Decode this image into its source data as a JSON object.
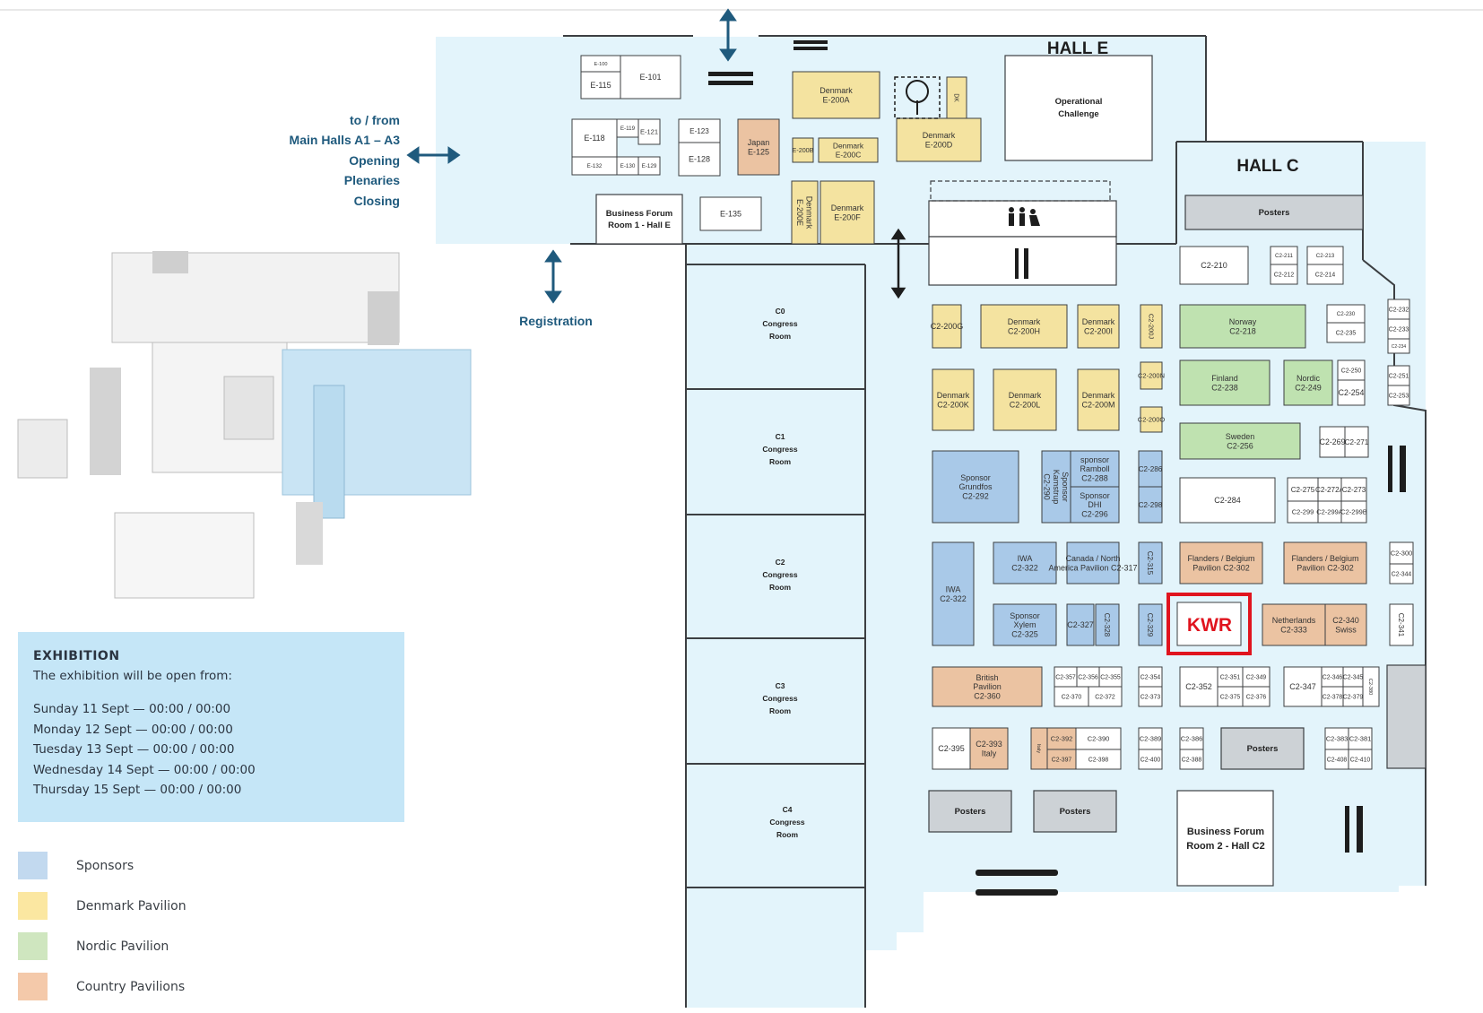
{
  "hall_labels": {
    "hall_e": "HALL E",
    "hall_c": "HALL C"
  },
  "navigation": {
    "to_from": "to / from",
    "main_halls": "Main Halls A1 – A3",
    "opening": "Opening",
    "plenaries": "Plenaries",
    "closing": "Closing",
    "registration": "Registration"
  },
  "areas": {
    "operational_challenge": [
      "Operational",
      "Challenge"
    ],
    "business_forum_e": [
      "Business Forum",
      "Room 1 - Hall E"
    ],
    "business_forum_c2": [
      "Business Forum",
      "Room 2 - Hall C2"
    ],
    "posters": "Posters"
  },
  "congress_rooms": [
    [
      "C0",
      "Congress",
      "Room"
    ],
    [
      "C1",
      "Congress",
      "Room"
    ],
    [
      "C2",
      "Congress",
      "Room"
    ],
    [
      "C3",
      "Congress",
      "Room"
    ],
    [
      "C4",
      "Congress",
      "Room"
    ]
  ],
  "highlight": {
    "label": "KWR",
    "color": "#e0141e"
  },
  "stands": [
    {
      "t": "E-100",
      "c": "white"
    },
    {
      "t": "E-115",
      "c": "white"
    },
    {
      "t": "E-101",
      "c": "white"
    },
    {
      "t": "E-118",
      "c": "white"
    },
    {
      "t": "E-119",
      "c": "white"
    },
    {
      "t": "E-121",
      "c": "white"
    },
    {
      "t": "E-132",
      "c": "white"
    },
    {
      "t": "E-130",
      "c": "white"
    },
    {
      "t": "E-129",
      "c": "white"
    },
    {
      "t": "E-123",
      "c": "white"
    },
    {
      "t": "E-128",
      "c": "white"
    },
    {
      "t": "Japan E-125",
      "c": "country"
    },
    {
      "t": "Denmark E-200A",
      "c": "denmark"
    },
    {
      "t": "E-200B",
      "c": "denmark"
    },
    {
      "t": "Denmark E-200C",
      "c": "denmark"
    },
    {
      "t": "DK",
      "c": "denmark"
    },
    {
      "t": "Denmark E-200D",
      "c": "denmark"
    },
    {
      "t": "E-135",
      "c": "white"
    },
    {
      "t": "Denmark E-200E",
      "c": "denmark"
    },
    {
      "t": "Denmark E-200F",
      "c": "denmark"
    },
    {
      "t": "C2-210",
      "c": "white"
    },
    {
      "t": "C2-211",
      "c": "white"
    },
    {
      "t": "C2-212",
      "c": "white"
    },
    {
      "t": "C2-213",
      "c": "white"
    },
    {
      "t": "C2-214",
      "c": "white"
    },
    {
      "t": "C2-200G",
      "c": "denmark"
    },
    {
      "t": "Denmark C2-200H",
      "c": "denmark"
    },
    {
      "t": "Denmark C2-200I",
      "c": "denmark"
    },
    {
      "t": "C2-200J",
      "c": "denmark"
    },
    {
      "t": "Norway C2-218",
      "c": "nordic"
    },
    {
      "t": "C2-230",
      "c": "white"
    },
    {
      "t": "C2-235",
      "c": "white"
    },
    {
      "t": "Denmark C2-200K",
      "c": "denmark"
    },
    {
      "t": "Denmark C2-200L",
      "c": "denmark"
    },
    {
      "t": "Denmark C2-200M",
      "c": "denmark"
    },
    {
      "t": "C2-200N",
      "c": "denmark"
    },
    {
      "t": "C2-200O",
      "c": "denmark"
    },
    {
      "t": "Finland C2-238",
      "c": "nordic"
    },
    {
      "t": "Nordic C2-249",
      "c": "nordic"
    },
    {
      "t": "C2-250",
      "c": "white"
    },
    {
      "t": "C2-254",
      "c": "white"
    },
    {
      "t": "Sweden C2-256",
      "c": "nordic"
    },
    {
      "t": "C2-269",
      "c": "white"
    },
    {
      "t": "C2-271",
      "c": "white"
    },
    {
      "t": "Sponsor Grundfos C2-292",
      "c": "sponsor"
    },
    {
      "t": "Sponsor Kamstrup C2-290",
      "c": "sponsor"
    },
    {
      "t": "sponsor Ramboll C2-288",
      "c": "sponsor"
    },
    {
      "t": "Sponsor DHI C2-296",
      "c": "sponsor"
    },
    {
      "t": "C2-286",
      "c": "sponsor"
    },
    {
      "t": "C2-298",
      "c": "sponsor"
    },
    {
      "t": "C2-284",
      "c": "white"
    },
    {
      "t": "C2-275",
      "c": "white"
    },
    {
      "t": "C2-272A",
      "c": "white"
    },
    {
      "t": "C2-273",
      "c": "white"
    },
    {
      "t": "C2-299",
      "c": "white"
    },
    {
      "t": "C2-299A",
      "c": "white"
    },
    {
      "t": "C2-299B",
      "c": "white"
    },
    {
      "t": "IWA C2-322",
      "c": "sponsor"
    },
    {
      "t": "IWA C2-322",
      "c": "sponsor"
    },
    {
      "t": "Canada / North America Pavilion C2-317",
      "c": "sponsor"
    },
    {
      "t": "C2-315",
      "c": "sponsor"
    },
    {
      "t": "Flanders / Belgium Pavilion C2-302",
      "c": "country"
    },
    {
      "t": "Flanders / Belgium Pavilion C2-302",
      "c": "country"
    },
    {
      "t": "C2-300",
      "c": "white"
    },
    {
      "t": "C2-344",
      "c": "white"
    },
    {
      "t": "Sponsor Xylem C2-325",
      "c": "sponsor"
    },
    {
      "t": "C2-327",
      "c": "sponsor"
    },
    {
      "t": "C2-328",
      "c": "sponsor"
    },
    {
      "t": "C2-329",
      "c": "sponsor"
    },
    {
      "t": "Netherlands C2-333",
      "c": "country"
    },
    {
      "t": "C2-340 Swiss",
      "c": "country"
    },
    {
      "t": "C2-341",
      "c": "white"
    },
    {
      "t": "British Pavilion C2-360",
      "c": "country"
    },
    {
      "t": "C2-357",
      "c": "white"
    },
    {
      "t": "C2-356",
      "c": "white"
    },
    {
      "t": "C2-355",
      "c": "white"
    },
    {
      "t": "C2-370",
      "c": "white"
    },
    {
      "t": "C2-372",
      "c": "white"
    },
    {
      "t": "C2-354",
      "c": "white"
    },
    {
      "t": "C2-373",
      "c": "white"
    },
    {
      "t": "C2-352",
      "c": "white"
    },
    {
      "t": "C2-351",
      "c": "white"
    },
    {
      "t": "C2-349",
      "c": "white"
    },
    {
      "t": "C2-375",
      "c": "white"
    },
    {
      "t": "C2-376",
      "c": "white"
    },
    {
      "t": "C2-347",
      "c": "white"
    },
    {
      "t": "C2-346",
      "c": "white"
    },
    {
      "t": "C2-345",
      "c": "white"
    },
    {
      "t": "C2-378",
      "c": "white"
    },
    {
      "t": "C2-379",
      "c": "white"
    },
    {
      "t": "C2-380",
      "c": "white"
    },
    {
      "t": "C2-395",
      "c": "white"
    },
    {
      "t": "C2-393 Italy",
      "c": "country"
    },
    {
      "t": "Italy",
      "c": "country"
    },
    {
      "t": "C2-392",
      "c": "country"
    },
    {
      "t": "C2-397",
      "c": "country"
    },
    {
      "t": "C2-390",
      "c": "white"
    },
    {
      "t": "C2-398",
      "c": "white"
    },
    {
      "t": "C2-389",
      "c": "white"
    },
    {
      "t": "C2-400",
      "c": "white"
    },
    {
      "t": "C2-386",
      "c": "white"
    },
    {
      "t": "C2-388",
      "c": "white"
    },
    {
      "t": "C2-383",
      "c": "white"
    },
    {
      "t": "C2-381",
      "c": "white"
    },
    {
      "t": "C2-408",
      "c": "white"
    },
    {
      "t": "C2-410",
      "c": "white"
    },
    {
      "t": "C2-232",
      "c": "white"
    },
    {
      "t": "C2-233",
      "c": "white"
    },
    {
      "t": "C2-234",
      "c": "white"
    },
    {
      "t": "C2-251",
      "c": "white"
    },
    {
      "t": "C2-253",
      "c": "white"
    }
  ],
  "exhibition": {
    "title": "EXHIBITION",
    "intro": "The exhibition will be open from:",
    "hours": [
      "Sunday 11 Sept — 00:00 / 00:00",
      "Monday 12 Sept — 00:00 / 00:00",
      "Tuesday 13 Sept — 00:00 / 00:00",
      "Wednesday 14 Sept — 00:00 / 00:00",
      "Thursday 15 Sept — 00:00 / 00:00"
    ]
  },
  "legend": [
    {
      "label": "Sponsors",
      "color": "#c2d9ef"
    },
    {
      "label": "Denmark Pavilion",
      "color": "#fbe7a1"
    },
    {
      "label": "Nordic Pavilion",
      "color": "#cfe6bf"
    },
    {
      "label": "Country Pavilions",
      "color": "#f4c9aa"
    }
  ],
  "colors": {
    "hall_fill": "#e3f4fb",
    "sponsor": "#a9c9e8",
    "denmark": "#f4e3a0",
    "nordic": "#bfe2b0",
    "country": "#ebc3a2",
    "posters": "#cdd2d6",
    "white": "#ffffff",
    "stroke": "#3c3f42",
    "nav": "#1f5a7d"
  },
  "icons": [
    "arrow-up-down-icon",
    "arrow-left-right-icon",
    "fork-knife-icon",
    "toilet-icon",
    "tree-icon"
  ]
}
